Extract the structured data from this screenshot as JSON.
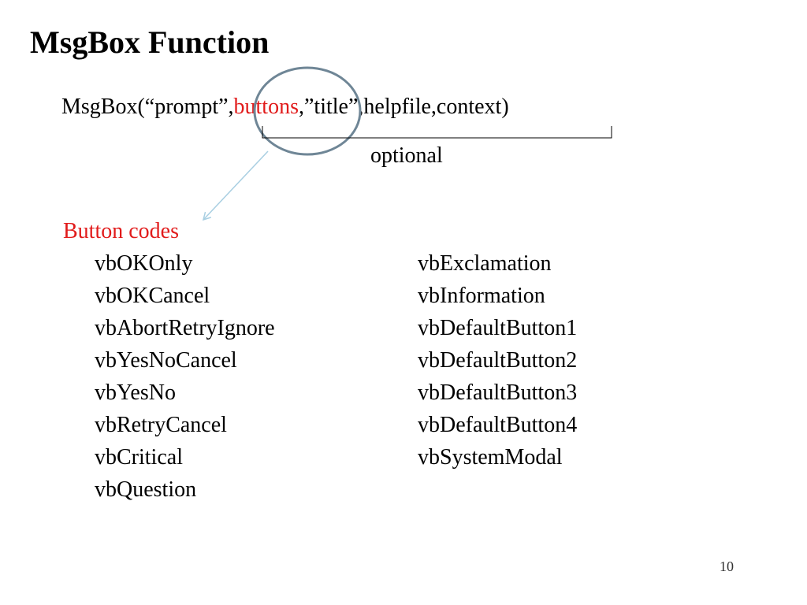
{
  "slide": {
    "title": "MsgBox Function",
    "syntax": {
      "before": "MsgBox(“prompt”,",
      "highlight": "buttons",
      "after": ",”title”,helpfile,context)"
    },
    "optional_label": "optional",
    "codes_heading": "Button codes",
    "codes_left": [
      "vbOKOnly",
      "vbOKCancel",
      "vbAbortRetryIgnore",
      "vbYesNoCancel",
      "vbYesNo",
      "vbRetryCancel",
      "vbCritical",
      "vbQuestion"
    ],
    "codes_right": [
      "vbExclamation",
      "vbInformation",
      "vbDefaultButton1",
      "vbDefaultButton2",
      "vbDefaultButton3",
      "vbDefaultButton4",
      "vbSystemModal"
    ],
    "page_number": "10"
  },
  "colors": {
    "highlight_text": "#e11b1b",
    "circle_stroke": "#6f8696",
    "arrow_stroke": "#a9cfe2",
    "bracket_stroke": "#000000"
  }
}
